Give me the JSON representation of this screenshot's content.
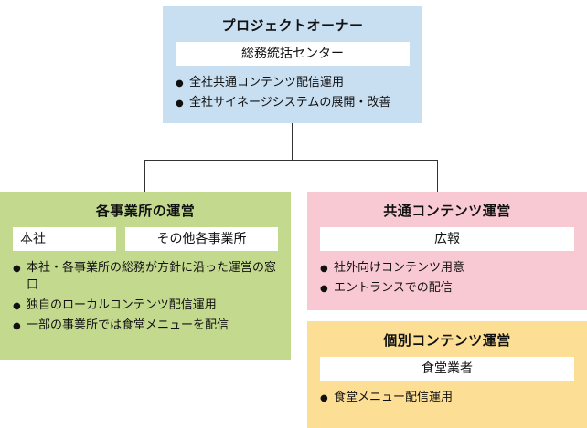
{
  "diagram": {
    "owner": {
      "title": "プロジェクトオーナー",
      "unit": "総務統括センター",
      "bullets": [
        "全社共通コンテンツ配信運用",
        "全社サイネージシステムの展開・改善"
      ]
    },
    "branches": {
      "offices": {
        "title": "各事業所の運営",
        "units": [
          "本社",
          "その他各事業所"
        ],
        "bullets": [
          "本社・各事業所の総務が方針に沿った運営の窓口",
          "独自のローカルコンテンツ配信運用",
          "一部の事業所では食堂メニューを配信"
        ]
      },
      "common": {
        "title": "共通コンテンツ運営",
        "unit": "広報",
        "bullets": [
          "社外向けコンテンツ用意",
          "エントランスでの配信"
        ]
      },
      "individual": {
        "title": "個別コンテンツ運営",
        "unit": "食堂業者",
        "bullets": [
          "食堂メニュー配信運用"
        ]
      }
    },
    "colors": {
      "owner_bg": "#c8def1",
      "offices_bg": "#c3d98e",
      "common_bg": "#f9c9d3",
      "individual_bg": "#fcdf94",
      "unit_bg": "#ffffff",
      "line": "#333333",
      "text": "#111111"
    }
  }
}
